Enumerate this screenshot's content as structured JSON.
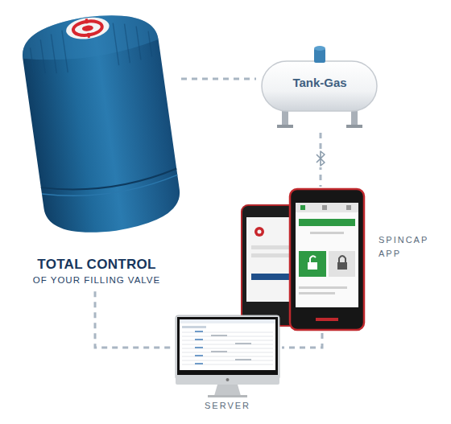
{
  "diagram": {
    "nodes": [
      {
        "text": [
          "TOTAL CONTROL",
          "OF YOUR FILLING VALVE"
        ]
      },
      {
        "text": [
          "Tank-Gas"
        ]
      },
      {
        "text": [
          "SPINCAP APP"
        ]
      },
      {
        "text": [
          "SERVER"
        ]
      }
    ],
    "edges": [
      {
        "from": 0,
        "to": 1,
        "arrow": "none"
      },
      {
        "from": 1,
        "to": 2,
        "arrow": "none"
      },
      {
        "from": 0,
        "to": 3,
        "arrow": "none"
      },
      {
        "from": 2,
        "to": 3,
        "arrow": "none"
      }
    ]
  }
}
